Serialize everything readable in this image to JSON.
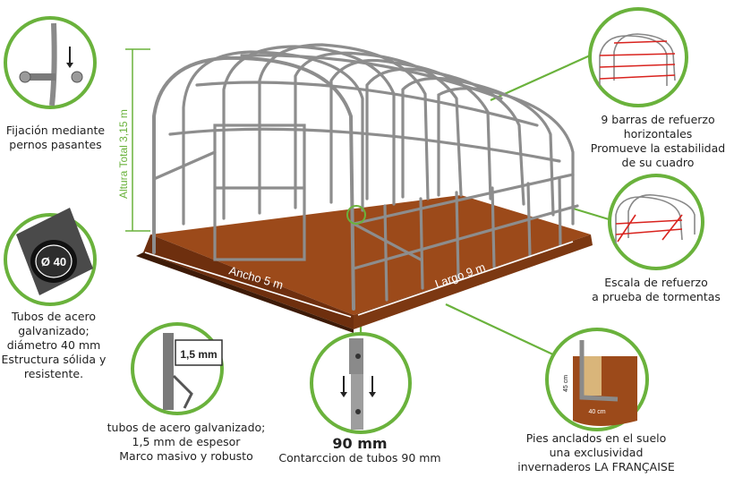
{
  "colors": {
    "accent": "#6ab23c",
    "soil": "#9c4a1a",
    "frame": "#9a9a9a",
    "reinforce": "#d9231e"
  },
  "dimensions": {
    "height": "Altura Total 3,15 m",
    "width": "Ancho 5 m",
    "length": "Largo 9 m"
  },
  "callouts": {
    "bolts": {
      "lines": [
        "Fijación mediante",
        "pernos pasantes"
      ],
      "icon": "bolt-icon"
    },
    "tube40": {
      "badge": "Ø 40",
      "lines": [
        "Tubos de acero",
        "galvanizado;",
        "diámetro 40 mm",
        "Estructura sólida y",
        "resistente."
      ],
      "icon": "tube-section-icon"
    },
    "wall": {
      "badge": "1,5 mm",
      "lines": [
        "tubos de acero galvanizado;",
        "1,5 mm de espesor",
        "Marco masivo y robusto"
      ],
      "icon": "wall-thickness-icon"
    },
    "insert": {
      "title": "90 mm",
      "lines": [
        "Contarccion de tubos 90 mm"
      ],
      "icon": "tube-insert-icon"
    },
    "bars": {
      "lines": [
        "9 barras de refuerzo",
        "horizontales",
        "Promueve la estabilidad",
        "de su cuadro"
      ],
      "icon": "reinforcement-bars-icon"
    },
    "storm": {
      "lines": [
        "Escala de refuerzo",
        "a prueba de tormentas"
      ],
      "icon": "storm-bracing-icon"
    },
    "anchor": {
      "dim_v": "45 cm",
      "dim_h": "40 cm",
      "lines": [
        "Pies anclados en el suelo",
        "una exclusividad",
        "invernaderos LA FRANÇAISE"
      ],
      "icon": "ground-anchor-icon"
    }
  }
}
